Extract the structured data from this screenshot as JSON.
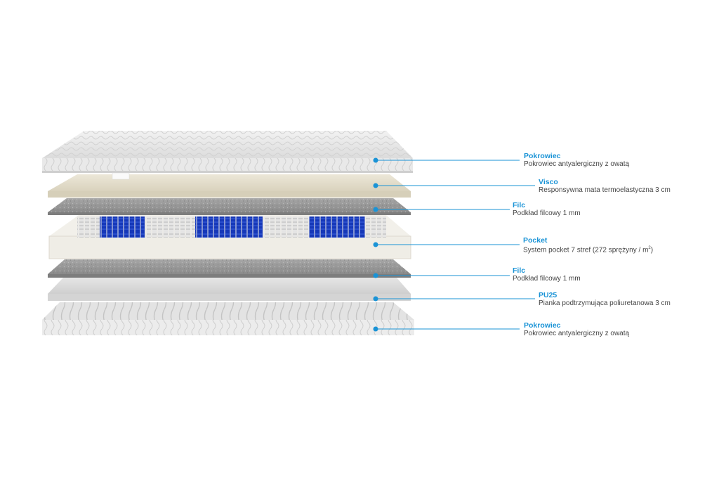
{
  "layers": [
    {
      "id": "cover-top",
      "title": "Pokrowiec",
      "desc": "Pokrowiec antyalergiczny z owatą"
    },
    {
      "id": "visco",
      "title": "Visco",
      "desc": "Responsywna mata termoelastyczna 3 cm"
    },
    {
      "id": "felt-top",
      "title": "Filc",
      "desc": "Podkład filcowy 1 mm"
    },
    {
      "id": "pocket",
      "title": "Pocket",
      "desc": "System pocket 7 stref (272 sprężyny / m",
      "desc_sup": "2",
      "desc_tail": ")"
    },
    {
      "id": "felt-bottom",
      "title": "Filc",
      "desc": "Podkład filcowy 1 mm"
    },
    {
      "id": "pu25",
      "title": "PU25",
      "desc": "Pianka podtrzymująca poliuretanowa 3 cm"
    },
    {
      "id": "cover-bottom",
      "title": "Pokrowiec",
      "desc": "Pokrowiec antyalergiczny z owatą"
    }
  ],
  "colors": {
    "accent": "#1a93d6",
    "text": "#444444",
    "cover": "#ebebeb",
    "visco": "#e6e0cf",
    "felt": "#9a9a9a",
    "pocket_frame": "#f1efe9",
    "spring_blue": "#1638b8",
    "pu": "#dedede"
  }
}
